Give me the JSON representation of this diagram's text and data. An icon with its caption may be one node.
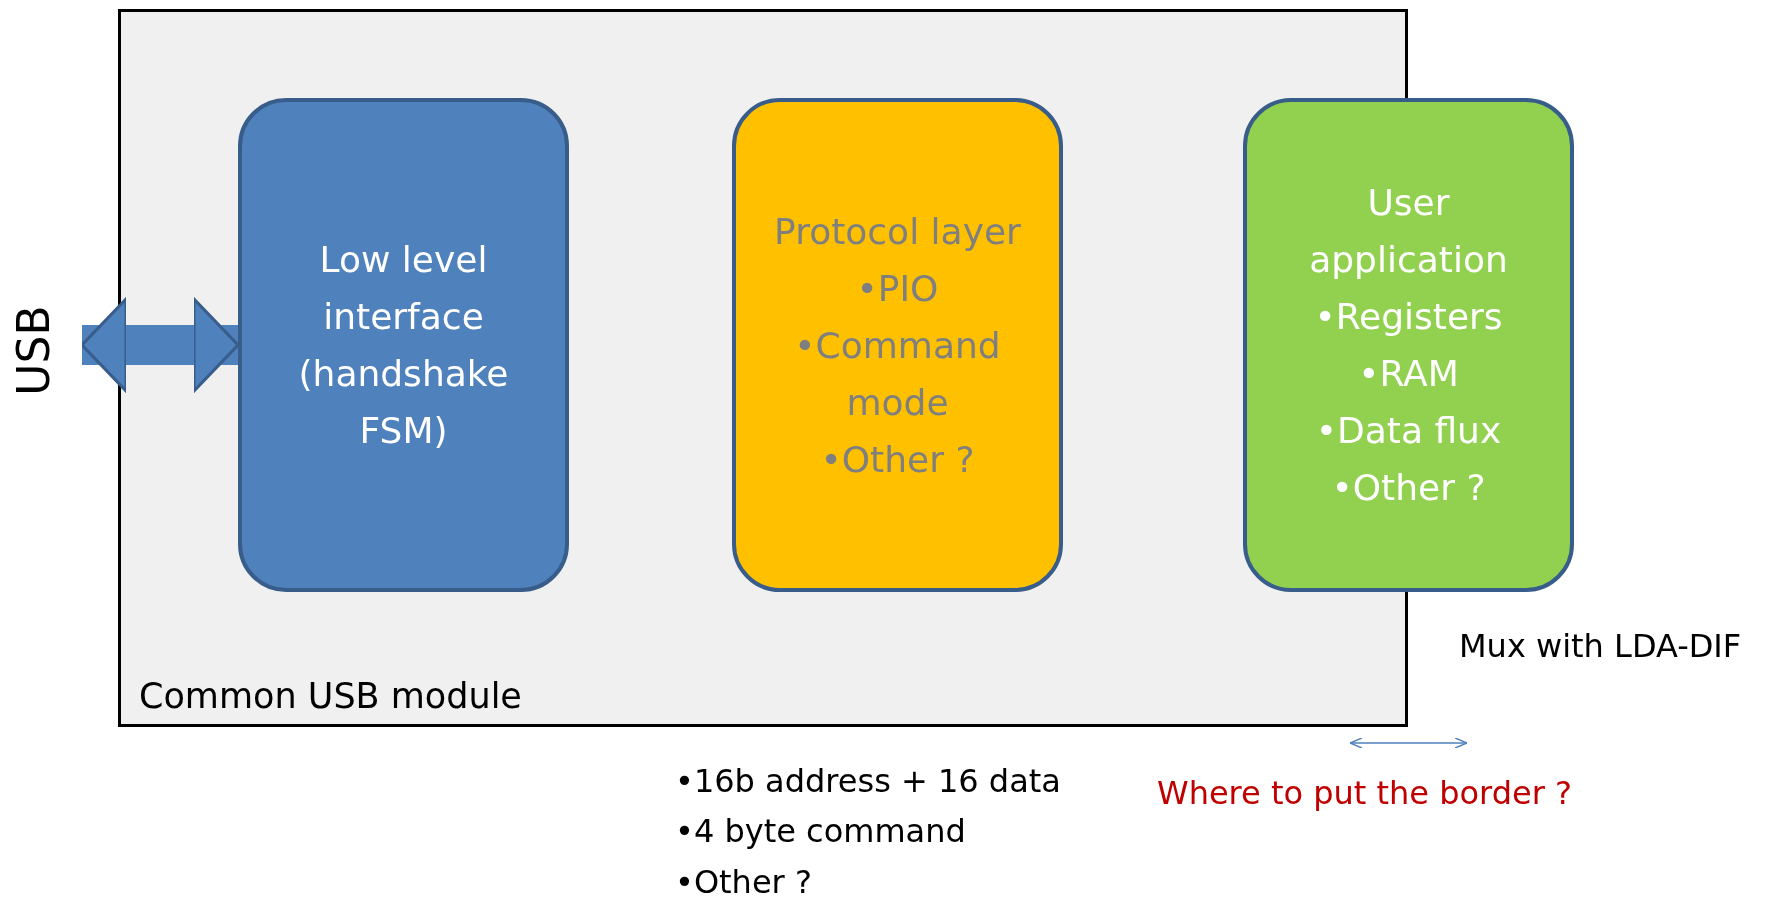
{
  "diagram": {
    "nodes": [
      {
        "text": [
          "Common USB module"
        ]
      },
      {
        "text": [
          "Low level interface (handshake FSM)"
        ],
        "in": 0
      },
      {
        "text": [
          "Protocol layer",
          "•PIO",
          "•Command mode",
          "•Other ?"
        ],
        "in": 0
      },
      {
        "text": [
          "User application",
          "•Registers",
          "•RAM",
          "•Data flux",
          "•Other ?"
        ]
      },
      {
        "text": [
          "USB"
        ]
      }
    ],
    "edges": [
      {
        "from": 4,
        "to": 1,
        "arrow": "both"
      }
    ],
    "labels": [
      "Mux with LDA-DIF",
      "•16b address + 16 data",
      "•4 byte command",
      "•Other ?",
      "Where to put the border ?"
    ]
  }
}
